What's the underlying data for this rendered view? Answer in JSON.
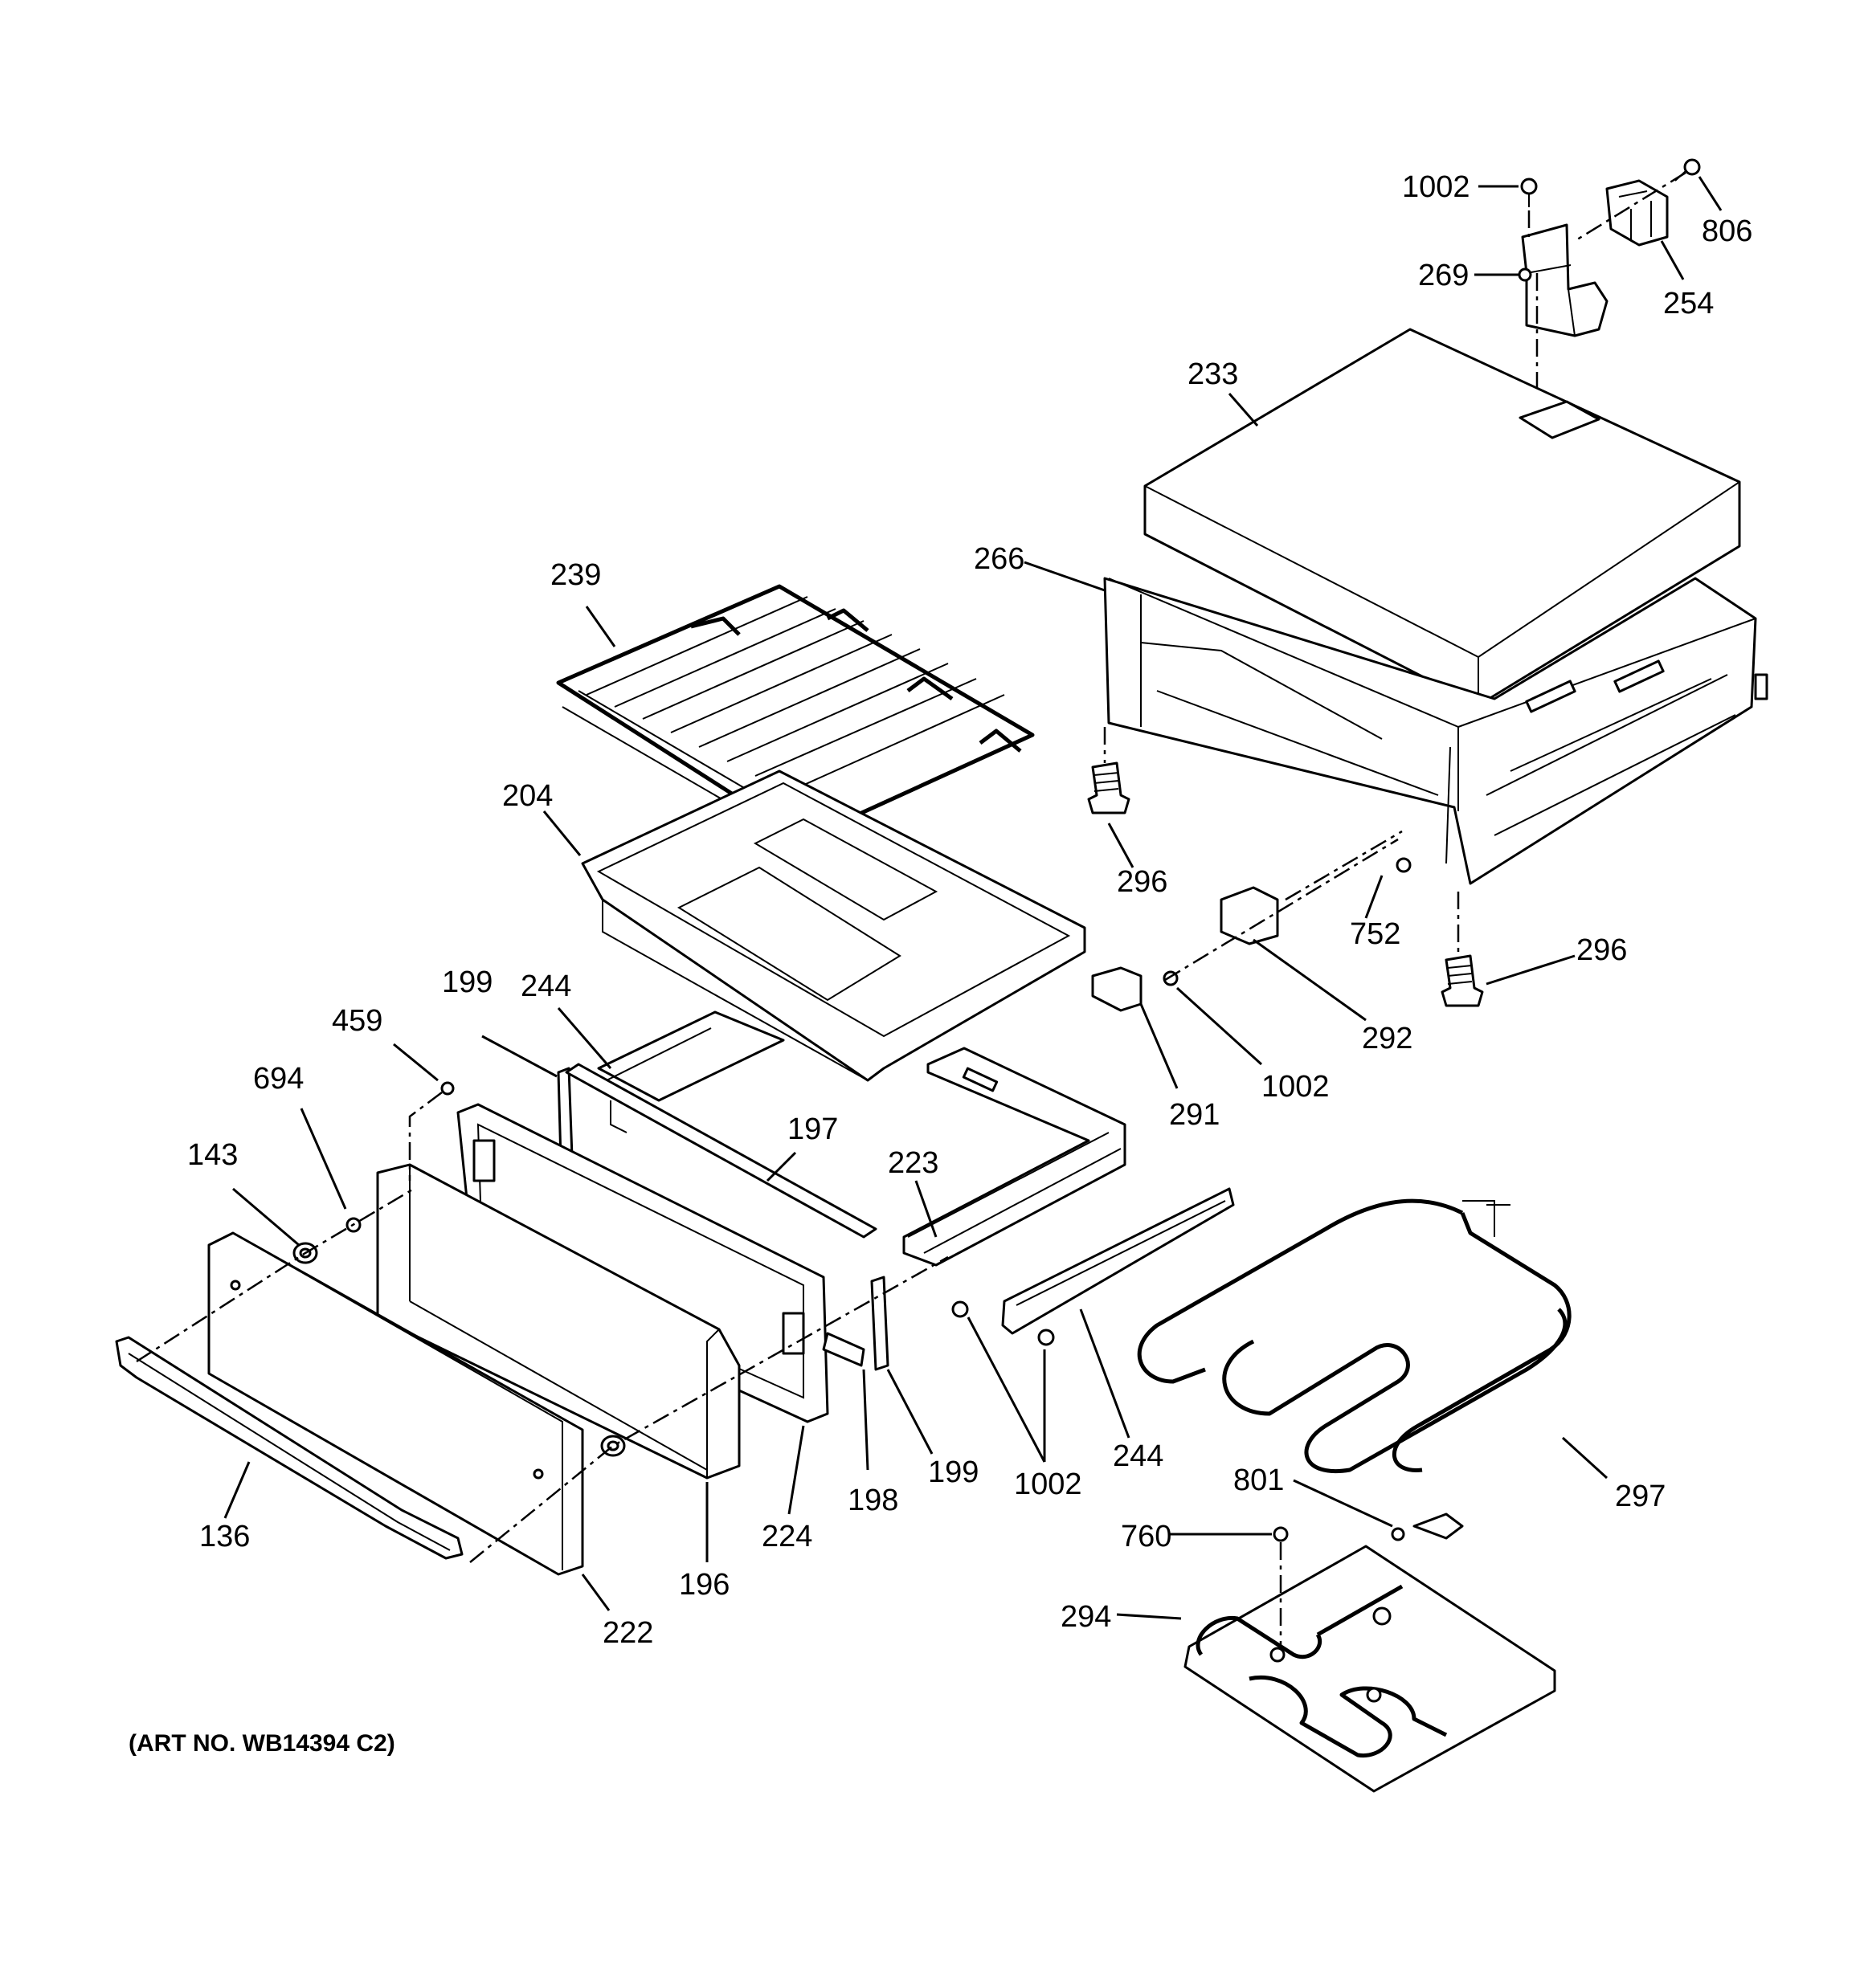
{
  "diagram": {
    "art_number": "(ART NO. WB14394 C2)",
    "callouts": {
      "c1002_top": "1002",
      "c806": "806",
      "c269": "269",
      "c254": "254",
      "c233": "233",
      "c266": "266",
      "c239": "239",
      "c204": "204",
      "c296_left": "296",
      "c296_right": "296",
      "c752": "752",
      "c292": "292",
      "c244_top": "244",
      "c199_top": "199",
      "c459": "459",
      "c694": "694",
      "c143": "143",
      "c197": "197",
      "c223": "223",
      "c291": "291",
      "c1002_mid": "1002",
      "c136": "136",
      "c222": "222",
      "c196": "196",
      "c224": "224",
      "c198": "198",
      "c199_bottom": "199",
      "c1002_bottom": "1002",
      "c244_bottom": "244",
      "c297": "297",
      "c801": "801",
      "c760": "760",
      "c294": "294"
    }
  }
}
